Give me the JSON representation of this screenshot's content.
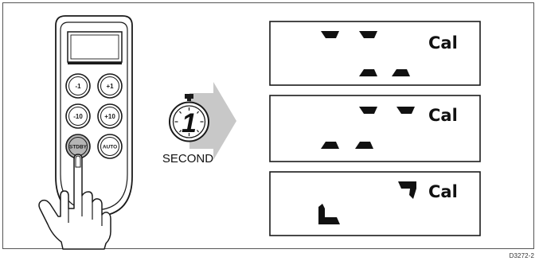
{
  "remote": {
    "buttons": {
      "minus1": "-1",
      "plus1": "+1",
      "minus10": "-10",
      "plus10": "+10",
      "standby": "STDBY",
      "auto": "AUTO"
    }
  },
  "timer": {
    "digit": "1",
    "caption": "SECOND"
  },
  "screens": [
    {
      "mode": "Cal"
    },
    {
      "mode": "Cal"
    },
    {
      "mode": "Cal"
    }
  ],
  "figure_code": "D3272-2",
  "colors": {
    "line": "#1a1a1a",
    "button_highlight": "#b5b5b5",
    "arrow": "#c8c8c8",
    "segment": "#111111"
  }
}
